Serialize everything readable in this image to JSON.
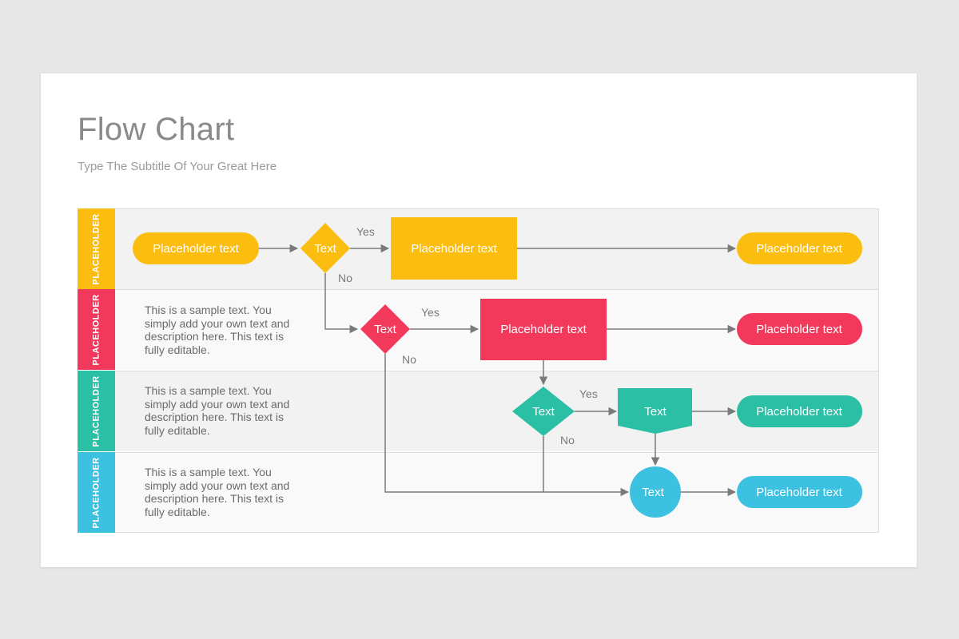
{
  "header": {
    "title": "Flow Chart",
    "subtitle": "Type The Subtitle Of Your Great Here"
  },
  "colors": {
    "yellow": "#fbbd0f",
    "red": "#f2395c",
    "green": "#2bbfa6",
    "blue": "#3cc1e0",
    "lane_light": "#f2f2f2",
    "lane_lighter": "#f9f9f9",
    "connector": "#7a7a7a"
  },
  "lanes": [
    {
      "label": "PLACEHOLDER",
      "description": ""
    },
    {
      "label": "PLACEHOLDER",
      "description": "This is a sample text. You simply add your own text and description here. This text is fully editable."
    },
    {
      "label": "PLACEHOLDER",
      "description": "This is a sample text. You simply add your own text and description here. This text is fully editable."
    },
    {
      "label": "PLACEHOLDER",
      "description": "This is a sample text. You simply add your own text and description here. This text is fully editable."
    }
  ],
  "nodes": {
    "start": "Placeholder text",
    "decision1": "Text",
    "process1": "Placeholder text",
    "end1": "Placeholder text",
    "decision2": "Text",
    "process2": "Placeholder text",
    "end2": "Placeholder text",
    "decision3": "Text",
    "process3": "Text",
    "end3": "Placeholder text",
    "connector4": "Text",
    "end4": "Placeholder text"
  },
  "edge_labels": {
    "d1_yes": "Yes",
    "d1_no": "No",
    "d2_yes": "Yes",
    "d2_no": "No",
    "d3_yes": "Yes",
    "d3_no": "No"
  }
}
